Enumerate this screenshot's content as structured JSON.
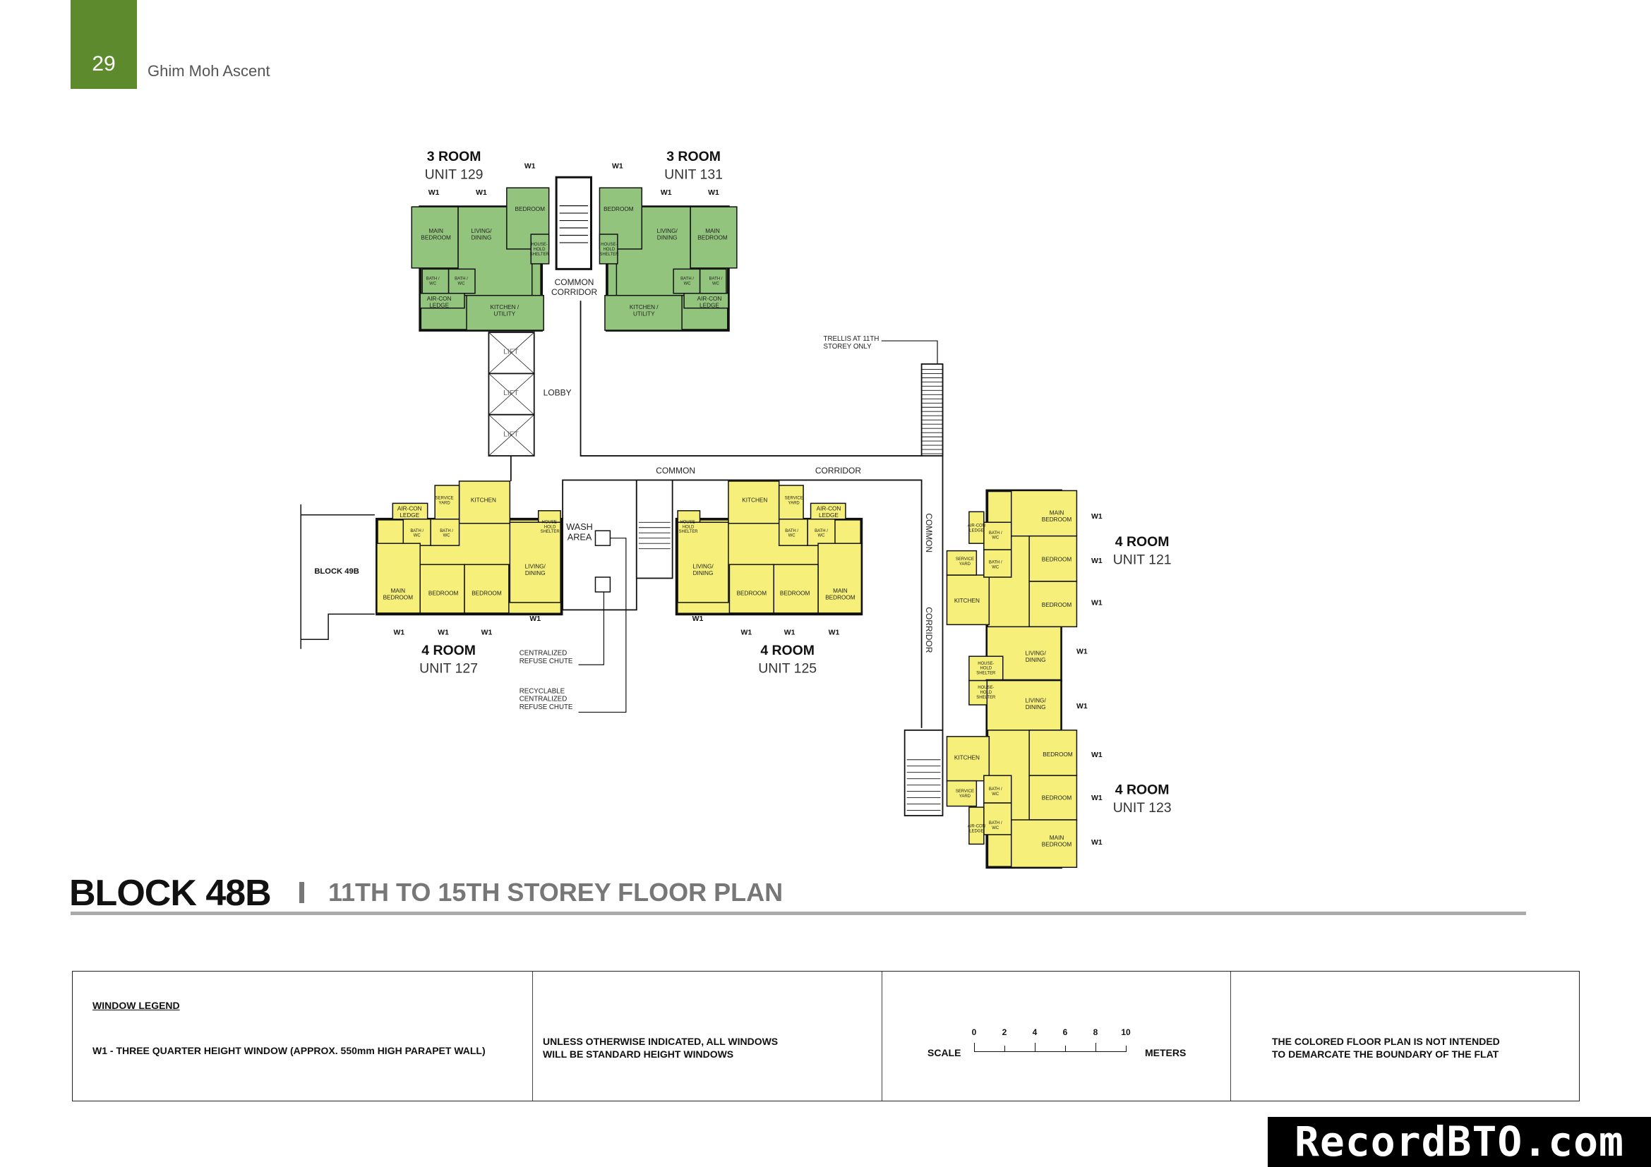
{
  "header": {
    "page_number": "29",
    "project": "Ghim Moh Ascent",
    "accent_color": "#5e8a2e"
  },
  "title": {
    "block": "BLOCK 48B",
    "subtitle": "11TH TO 15TH STOREY FLOOR PLAN"
  },
  "colors": {
    "three_room": "#93c47d",
    "four_room": "#f6f07a"
  },
  "plan": {
    "units": [
      {
        "id": "129",
        "type": "3 ROOM",
        "unit": "UNIT  129",
        "rooms": [
          [
            "MAIN",
            "BEDROOM"
          ],
          [
            "LIVING/",
            "DINING"
          ],
          [
            "BEDROOM"
          ],
          [
            "HOUSE-",
            "HOLD",
            "SHELTER"
          ],
          [
            "BATH /",
            "WC"
          ],
          [
            "BATH /",
            "WC"
          ],
          [
            "AIR-CON",
            "LEDGE"
          ],
          [
            "KITCHEN /",
            "UTILITY"
          ]
        ]
      },
      {
        "id": "131",
        "type": "3 ROOM",
        "unit": "UNIT  131",
        "rooms": [
          [
            "MAIN",
            "BEDROOM"
          ],
          [
            "LIVING/",
            "DINING"
          ],
          [
            "BEDROOM"
          ],
          [
            "HOUSE-",
            "HOLD",
            "SHELTER"
          ],
          [
            "BATH /",
            "WC"
          ],
          [
            "BATH /",
            "WC"
          ],
          [
            "AIR-CON",
            "LEDGE"
          ],
          [
            "KITCHEN /",
            "UTILITY"
          ]
        ]
      },
      {
        "id": "127",
        "type": "4 ROOM",
        "unit": "UNIT  127",
        "rooms": [
          [
            "KITCHEN"
          ],
          [
            "SERVICE",
            "YARD"
          ],
          [
            "AIR-CON",
            "LEDGE"
          ],
          [
            "BATH /",
            "WC"
          ],
          [
            "BATH /",
            "WC"
          ],
          [
            "HOUSE-",
            "HOLD",
            "SHELTER"
          ],
          [
            "MAIN",
            "BEDROOM"
          ],
          [
            "BEDROOM"
          ],
          [
            "BEDROOM"
          ],
          [
            "LIVING/",
            "DINING"
          ]
        ]
      },
      {
        "id": "125",
        "type": "4 ROOM",
        "unit": "UNIT  125",
        "rooms": [
          [
            "KITCHEN"
          ],
          [
            "SERVICE",
            "YARD"
          ],
          [
            "AIR-CON",
            "LEDGE"
          ],
          [
            "BATH /",
            "WC"
          ],
          [
            "BATH /",
            "WC"
          ],
          [
            "HOUSE-",
            "HOLD",
            "SHELTER"
          ],
          [
            "MAIN",
            "BEDROOM"
          ],
          [
            "BEDROOM"
          ],
          [
            "BEDROOM"
          ],
          [
            "LIVING/",
            "DINING"
          ]
        ]
      },
      {
        "id": "121",
        "type": "4 ROOM",
        "unit": "UNIT  121",
        "rooms": [
          [
            "MAIN",
            "BEDROOM"
          ],
          [
            "BEDROOM"
          ],
          [
            "BEDROOM"
          ],
          [
            "LIVING/",
            "DINING"
          ],
          [
            "KITCHEN"
          ],
          [
            "SERVICE",
            "YARD"
          ],
          [
            "BATH /",
            "WC"
          ],
          [
            "BATH /",
            "WC"
          ],
          [
            "AIR-CON",
            "LEDGE"
          ],
          [
            "HOUSE-",
            "HOLD",
            "SHELTER"
          ]
        ]
      },
      {
        "id": "123",
        "type": "4 ROOM",
        "unit": "UNIT  123",
        "rooms": [
          [
            "HOUSE-",
            "HOLD",
            "SHELTER"
          ],
          [
            "LIVING/",
            "DINING"
          ],
          [
            "BEDROOM"
          ],
          [
            "BEDROOM"
          ],
          [
            "MAIN",
            "BEDROOM"
          ],
          [
            "KITCHEN"
          ],
          [
            "SERVICE",
            "YARD"
          ],
          [
            "BATH /",
            "WC"
          ],
          [
            "BATH /",
            "WC"
          ],
          [
            "AIR-CON",
            "LEDGE"
          ]
        ]
      }
    ],
    "window_tag": "W1",
    "labels": {
      "common_corridor": [
        "COMMON",
        "CORRIDOR"
      ],
      "lift": "LIFT",
      "lobby": "LOBBY",
      "common": "COMMON",
      "corridor": "CORRIDOR",
      "trellis": [
        "TRELLIS AT 11TH",
        "STOREY ONLY"
      ],
      "wash_area": [
        "WASH",
        "AREA"
      ],
      "block_49b": "BLOCK 49B",
      "refuse_chute": [
        "CENTRALIZED",
        "REFUSE CHUTE"
      ],
      "recyclable_chute": [
        "RECYCLABLE",
        "CENTRALIZED",
        "REFUSE CHUTE"
      ]
    }
  },
  "legend": {
    "heading": "WINDOW LEGEND",
    "w1": "W1 - THREE QUARTER HEIGHT WINDOW  (APPROX. 550mm HIGH PARAPET WALL)",
    "standard_note": [
      "UNLESS OTHERWISE INDICATED, ALL WINDOWS",
      "WILL BE STANDARD HEIGHT WINDOWS"
    ],
    "scale_label": "SCALE",
    "scale_ticks": [
      "0",
      "2",
      "4",
      "6",
      "8",
      "10"
    ],
    "scale_unit": "METERS",
    "boundary_note": [
      "THE COLORED FLOOR PLAN IS NOT INTENDED",
      "TO DEMARCATE THE BOUNDARY OF THE FLAT"
    ]
  },
  "watermark": "RecordBTO.com"
}
